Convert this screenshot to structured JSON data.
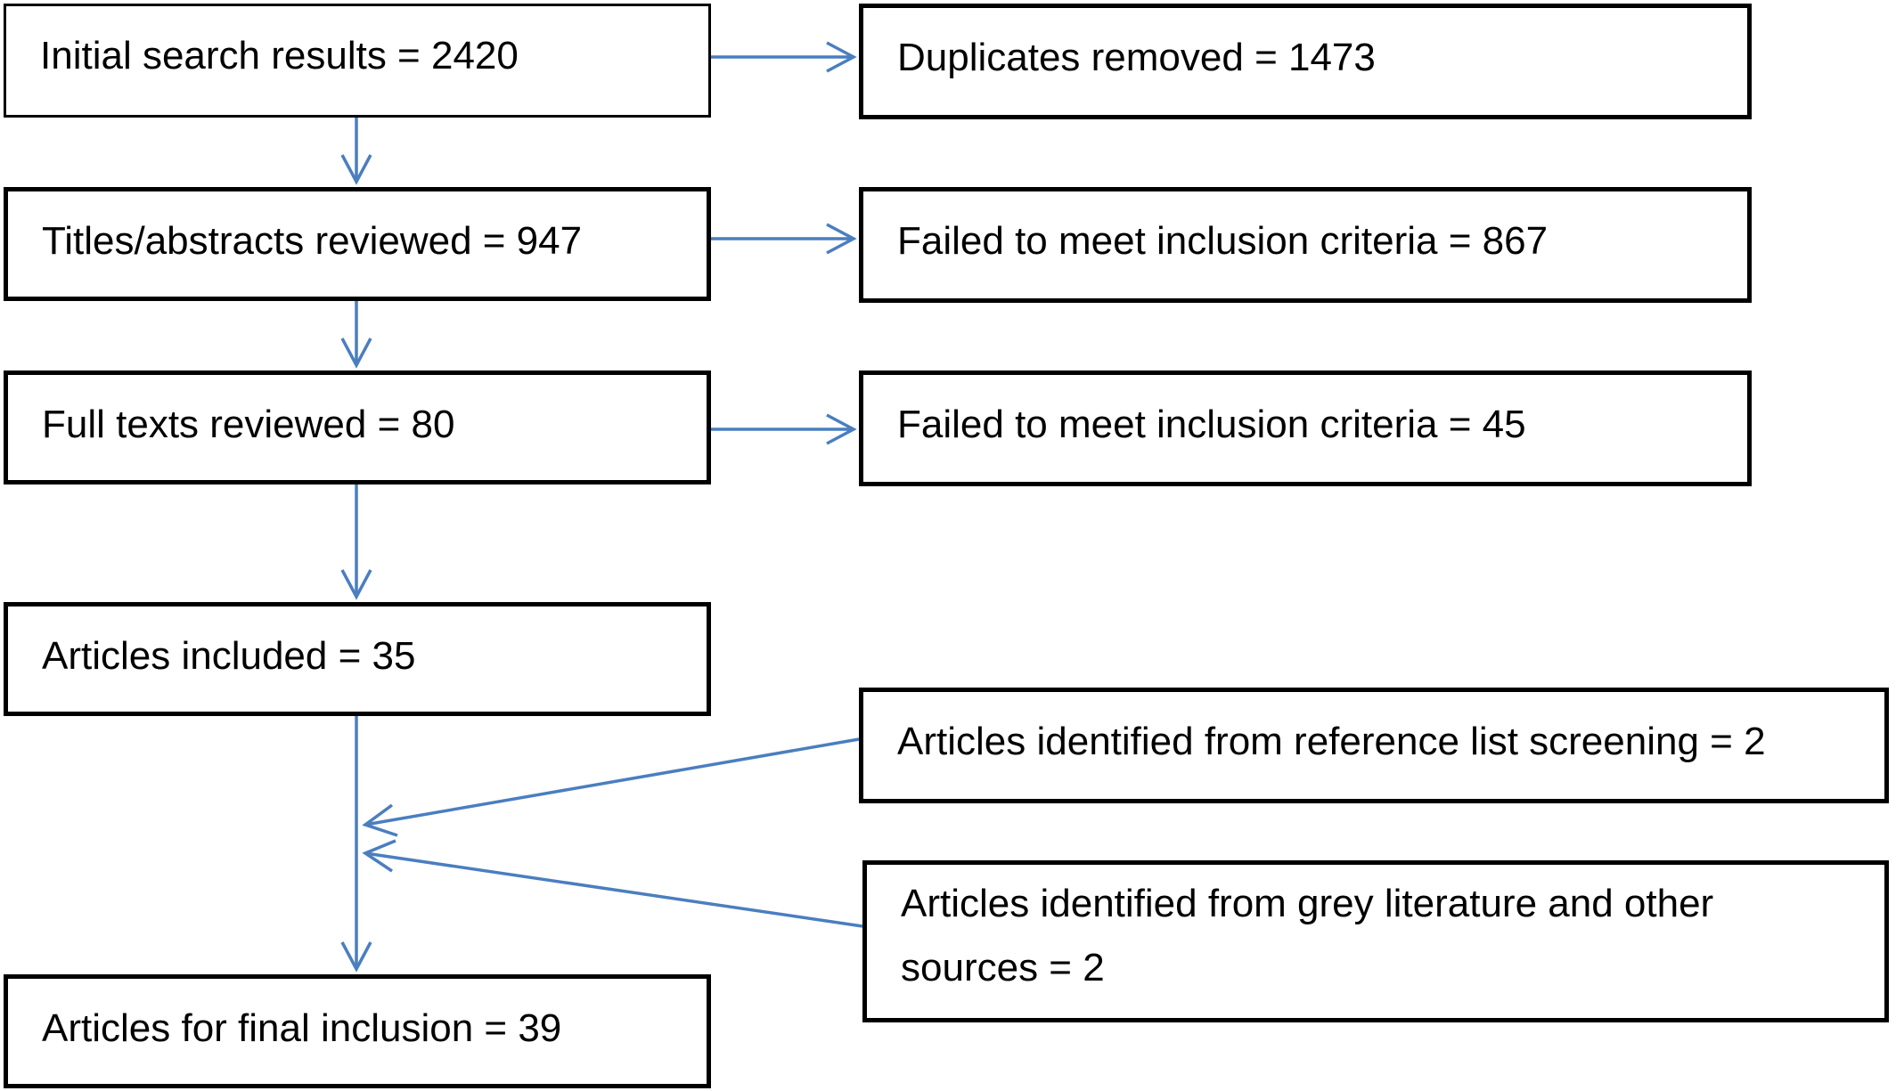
{
  "boxes": {
    "initial": "Initial search results = 2420",
    "duplicates": "Duplicates removed = 1473",
    "titles": "Titles/abstracts reviewed = 947",
    "failed_titles": "Failed to meet inclusion criteria = 867",
    "fulltext": "Full texts reviewed = 80",
    "failed_fulltext": "Failed to meet inclusion criteria = 45",
    "included": "Articles included = 35",
    "reference": "Articles identified from reference list screening = 2",
    "grey": "Articles identified from grey literature and other sources = 2",
    "final": "Articles for final inclusion = 39"
  },
  "colors": {
    "arrow": "#4a7ebf",
    "border": "#000000"
  }
}
